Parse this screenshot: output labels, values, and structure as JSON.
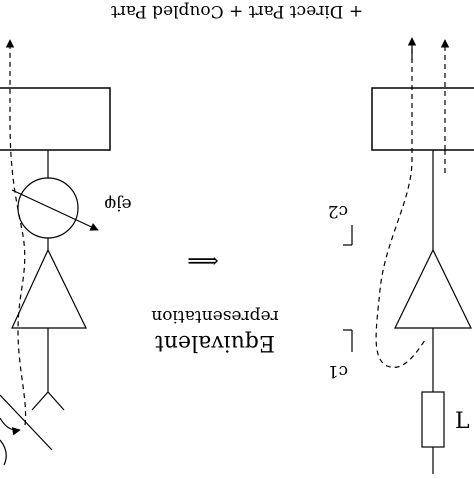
{
  "header_text": "+ Direct Part + Coupled Part",
  "labels": {
    "phase": "e^{jφ}",
    "phase_display": "ejφ",
    "equivalent": "Equivalent",
    "representation": "representation",
    "c1": "c1",
    "c2": "c2",
    "l_partial": "L",
    "arrow_symbol": "⟹"
  },
  "colors": {
    "stroke": "#000000",
    "background": "#ffffff"
  }
}
